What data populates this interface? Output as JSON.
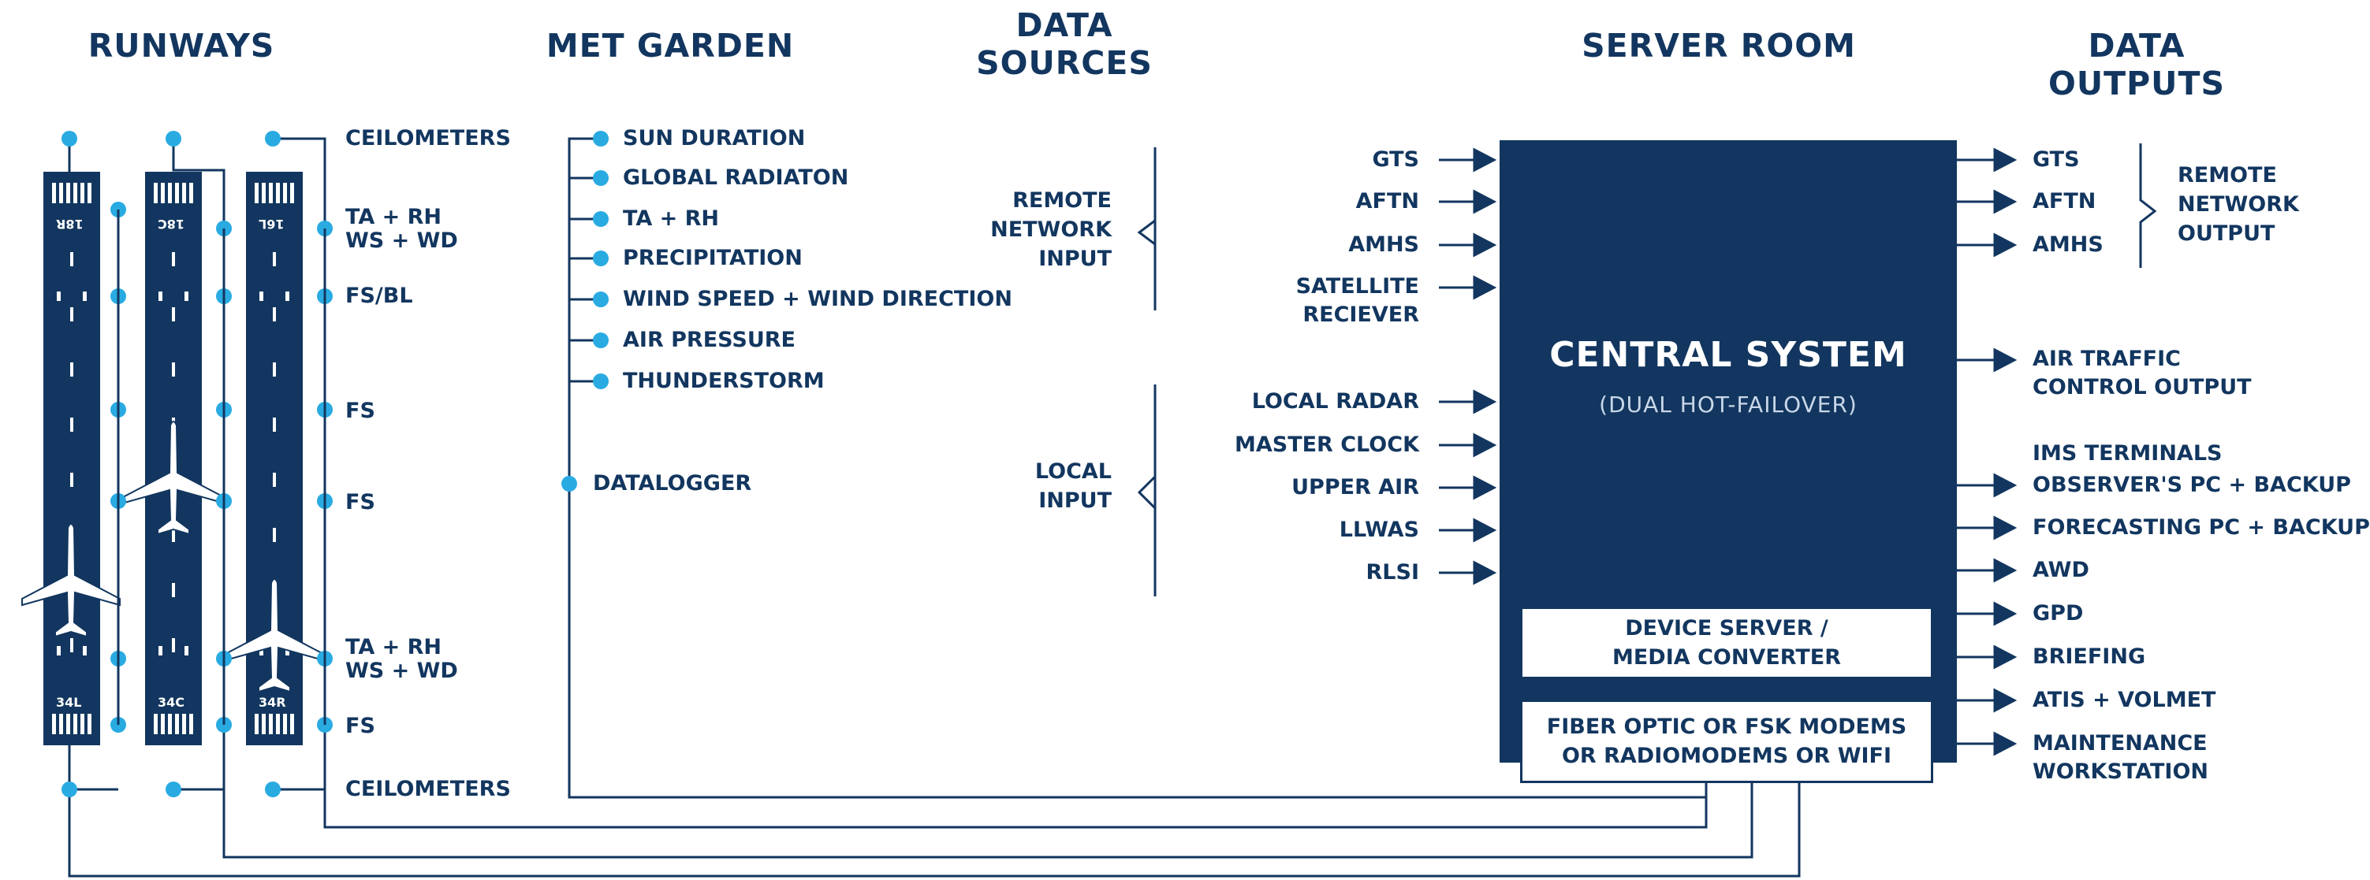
{
  "headers": {
    "runways": "RUNWAYS",
    "met_garden": "MET GARDEN",
    "data_sources": "DATA\nSOURCES",
    "server_room": "SERVER ROOM",
    "data_outputs": "DATA OUTPUTS"
  },
  "runways": {
    "left": {
      "top": "18R",
      "bottom": "34L"
    },
    "center": {
      "top": "18C",
      "bottom": "34C"
    },
    "right": {
      "top": "16L",
      "bottom": "34R"
    }
  },
  "runway_sensors": {
    "ceilometers_top": "CEILOMETERS",
    "ta_rh_top": "TA + RH",
    "ws_wd_top": "WS + WD",
    "fs_bl": "FS/BL",
    "fs_1": "FS",
    "fs_2": "FS",
    "ta_rh_bottom": "TA + RH",
    "ws_wd_bottom": "WS + WD",
    "fs_3": "FS",
    "ceilometers_bottom": "CEILOMETERS"
  },
  "met_garden": {
    "items": [
      "SUN DURATION",
      "GLOBAL RADIATON",
      "TA + RH",
      "PRECIPITATION",
      "WIND SPEED + WIND DIRECTION",
      "AIR PRESSURE",
      "THUNDERSTORM"
    ],
    "datalogger": "DATALOGGER"
  },
  "data_sources": {
    "remote_group": "REMOTE\nNETWORK\nINPUT",
    "local_group": "LOCAL\nINPUT"
  },
  "inputs": {
    "remote": [
      "GTS",
      "AFTN",
      "AMHS",
      "SATELLITE\nRECIEVER"
    ],
    "local": [
      "LOCAL RADAR",
      "MASTER CLOCK",
      "UPPER AIR",
      "LLWAS",
      "RLSI"
    ]
  },
  "central_system": {
    "title": "CENTRAL SYSTEM",
    "subtitle": "(DUAL HOT-FAILOVER)",
    "device_server": "DEVICE SERVER /\nMEDIA CONVERTER",
    "modems": "FIBER OPTIC OR FSK MODEMS\nOR RADIOMODEMS OR WIFI"
  },
  "outputs": {
    "remote": [
      "GTS",
      "AFTN",
      "AMHS"
    ],
    "remote_group": "REMOTE\nNETWORK\nOUTPUT",
    "atc": "AIR TRAFFIC\nCONTROL OUTPUT",
    "ims_terminals": "IMS TERMINALS",
    "others": [
      "OBSERVER'S PC + BACKUP",
      "FORECASTING PC + BACKUP",
      "AWD",
      "GPD",
      "BRIEFING",
      "ATIS + VOLMET",
      "MAINTENANCE\nWORKSTATION"
    ]
  },
  "colors": {
    "navy": "#12365f",
    "dot": "#29abe2",
    "white": "#ffffff"
  }
}
